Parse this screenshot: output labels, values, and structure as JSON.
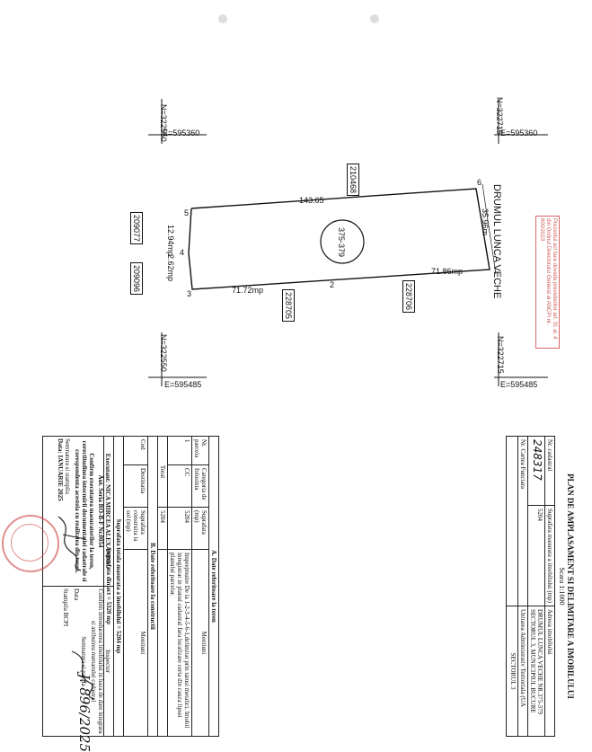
{
  "plan": {
    "title": "PLAN DE AMPLASAMENT SI DELIMITARE A IMOBILULUI",
    "scale": "Scara 1:1000",
    "address_label": "Adresa imobilului",
    "address_value": "DRUMUL LUNCA VECHE NR.375-379",
    "address_value2": "SECTORUL 3, MUNICIPIUL BUCURE",
    "cadastral_label": "Nr. cadastral",
    "cadastral_value": "248317",
    "area_label": "Suprafata masurata a imobilului (mp)",
    "area_value": "5204",
    "carte_label": "Nr. Cartea Funciara",
    "uat_label": "Unitatea Administrativ Teritoriala (UA",
    "uat_value": "SECTORUL 3"
  },
  "drawing": {
    "road": "DRUMUL LUNCA VECHE",
    "road_width": "35.96m",
    "parcel_id": "375-379",
    "side_top": "143.65",
    "side_right": "71.86mp",
    "side_bottom": "71.72mp",
    "side_left": "12.94mp",
    "side_left2": "2.62mp",
    "points": [
      "6",
      "5",
      "4",
      "3",
      "2"
    ],
    "coord_n1": "N=322715",
    "coord_n2": "N=322550",
    "coord_n3": "N=322715",
    "coord_n4": "N=322550",
    "coord_e1": "E=595360",
    "coord_e2": "E=595360",
    "coord_e3": "E=595485",
    "coord_e4": "E=595485",
    "neighbors": [
      "210468",
      "228706",
      "228705",
      "209077",
      "209096"
    ]
  },
  "stamp_note": "Prezentul act face dovada prevederilor art. 31 al. 4 din Ordinul Directorului General al ANCPI nr. 600/2023",
  "table_a": {
    "title": "A. Date referitoare la teren",
    "headers": [
      "Nr. parcela",
      "Categoria de folosinta",
      "Suprafata (mp)",
      "Mentiuni"
    ],
    "row": [
      "1",
      "CC",
      "5204",
      "Imprejmuire De la 1-2-3-4-5-6-1,delimitat prin tarusi metalici. Imobil inregistrat in planul cadastral fara localizare certa din cauza lipsei planului parcelar."
    ],
    "total_label": "Total",
    "total_value": "5204"
  },
  "table_b": {
    "title": "B. Date referitoare la constructii",
    "headers": [
      "Cod",
      "Destinatia",
      "Suprafata construita la sol (mp)",
      "Mentiuni"
    ]
  },
  "totals": {
    "measured": "Suprafata totala masurata a imobilului = 5204 mp",
    "act": "Suprafata din act = 5320 mp"
  },
  "executant": {
    "name": "Executant: NICA MIRCEA ALEXANDRU",
    "auth": "Aut. Seria RO-B-F Nr.0054",
    "confirm": "Confirm executarea masuratorilor la teren, corectitudinea intocmirii documentatiei cadastrale si corespondenta acesteia cu realitatea din teren.",
    "sign": "Semnatura si stampila",
    "date": "Data: IANUARIE 2025"
  },
  "inspector": {
    "title": "Inspector",
    "confirm": "Confirm introducerea imobilului in baza de date integrata si atribuirea numarului cadastral",
    "sign": "Semnatura si parafa",
    "date": "Data",
    "stamp": "Stampila BCPI",
    "handwritten": "J: 896/2025"
  }
}
